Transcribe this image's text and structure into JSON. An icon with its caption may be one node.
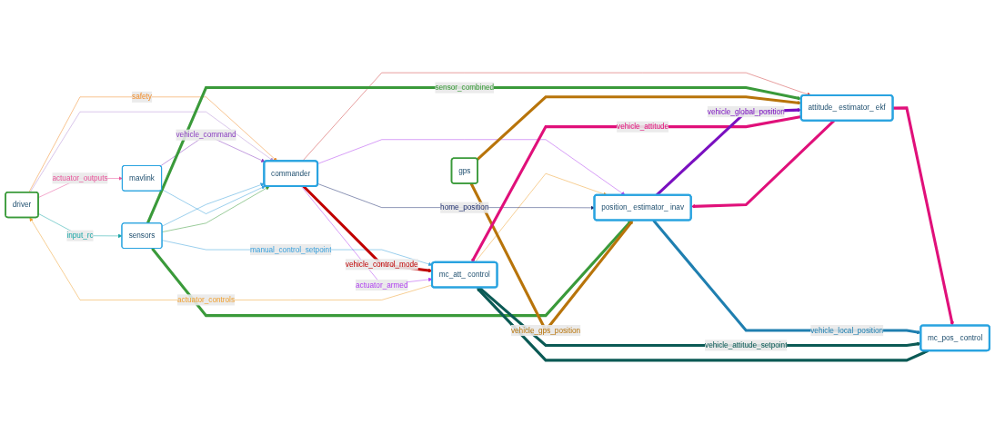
{
  "diagram": {
    "nodes": [
      {
        "text": [
          "driver"
        ]
      },
      {
        "text": [
          "sensors"
        ]
      },
      {
        "text": [
          "mavlink"
        ]
      },
      {
        "text": [
          "commander"
        ]
      },
      {
        "text": [
          "attitude_ estimator_ ekf"
        ]
      },
      {
        "text": [
          "mc_att_ control"
        ]
      },
      {
        "text": [
          "position_ estimator_ inav"
        ]
      },
      {
        "text": [
          "mc_pos_ control"
        ]
      },
      {
        "text": [
          "gps"
        ]
      }
    ],
    "edges": [
      {
        "from": 0,
        "to": 2,
        "arrow": "to",
        "label": "actuator_outputs",
        "color": "#e8559a"
      },
      {
        "from": 0,
        "to": 1,
        "arrow": "to",
        "label": "input_rc",
        "color": "#1aa6a6"
      },
      {
        "from": 0,
        "to": 3,
        "arrow": "to",
        "label": "safety",
        "color": "#f28c28"
      },
      {
        "from": 0,
        "to": 3,
        "arrow": "to",
        "color": "#b48fd6"
      },
      {
        "from": 2,
        "to": 3,
        "arrow": "to",
        "label": "vehicle_command",
        "color": "#8a3fc0"
      },
      {
        "from": 1,
        "to": 3,
        "arrow": "to",
        "color": "#3aa0dc"
      },
      {
        "from": 2,
        "to": 3,
        "arrow": "to",
        "color": "#3aa0dc"
      },
      {
        "from": 1,
        "to": 5,
        "arrow": "to",
        "label": "manual_control_setpoint",
        "color": "#3aa0dc"
      },
      {
        "from": 3,
        "to": 5,
        "arrow": "to",
        "label": "vehicle_control_mode",
        "style": "thick",
        "color": "#c00000"
      },
      {
        "from": 3,
        "to": 4,
        "arrow": "to",
        "color": "#d04040"
      },
      {
        "from": 3,
        "to": 5,
        "arrow": "to",
        "label": "actuator_armed",
        "color": "#b040f0"
      },
      {
        "from": 3,
        "to": 6,
        "arrow": "to",
        "color": "#b040f0"
      },
      {
        "from": 5,
        "to": 0,
        "arrow": "to",
        "label": "actuator_controls",
        "color": "#f0a030"
      },
      {
        "from": 5,
        "to": 6,
        "arrow": "to",
        "color": "#f0a030"
      },
      {
        "from": 3,
        "to": 6,
        "arrow": "to",
        "label": "home_position",
        "color": "#1f2f6f"
      },
      {
        "from": 1,
        "to": 4,
        "arrow": "to",
        "label": "sensor_combined",
        "style": "thick",
        "color": "#3a9a3a"
      },
      {
        "from": 1,
        "to": 6,
        "arrow": "to",
        "style": "thick",
        "color": "#3a9a3a"
      },
      {
        "from": 1,
        "to": 3,
        "arrow": "to",
        "color": "#3a9a3a"
      },
      {
        "from": 8,
        "to": 6,
        "arrow": "to",
        "label": "vehicle_gps_position",
        "style": "thick",
        "color": "#b8740a"
      },
      {
        "from": 8,
        "to": 4,
        "arrow": "to",
        "style": "thick",
        "color": "#b8740a"
      },
      {
        "from": 4,
        "to": 5,
        "arrow": "to",
        "label": "vehicle_attitude",
        "style": "thick",
        "color": "#e0107a"
      },
      {
        "from": 4,
        "to": 6,
        "arrow": "to",
        "style": "thick",
        "color": "#e0107a"
      },
      {
        "from": 4,
        "to": 7,
        "arrow": "to",
        "style": "thick",
        "color": "#e0107a"
      },
      {
        "from": 6,
        "to": 7,
        "arrow": "to",
        "label": "vehicle_local_position",
        "style": "thick",
        "color": "#1f7fb0"
      },
      {
        "from": 6,
        "to": 4,
        "arrow": "to",
        "label": "vehicle_global_position",
        "style": "thick",
        "color": "#7a10c0"
      },
      {
        "from": 7,
        "to": 5,
        "arrow": "to",
        "style": "thick",
        "color": "#0b5a55"
      },
      {
        "from": 5,
        "to": 7,
        "arrow": "to",
        "label": "vehicle_attitude_setpoint",
        "style": "thick",
        "color": "#0b5a55"
      }
    ]
  }
}
